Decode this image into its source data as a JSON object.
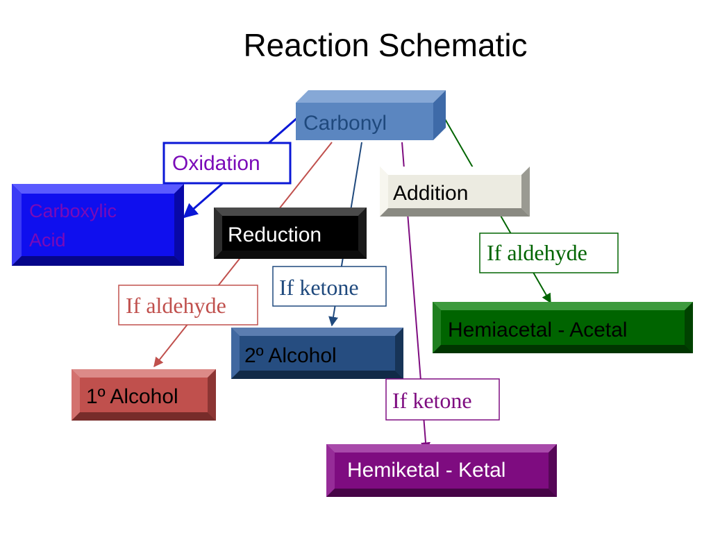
{
  "title": "Reaction Schematic",
  "nodes": {
    "carbonyl": {
      "text": "Carbonyl",
      "color": "#5b86c0"
    },
    "carboxylic_acid": {
      "line1": "Carboxylic",
      "line2": "Acid",
      "color": "#0f0fee"
    },
    "addition": {
      "text": "Addition",
      "color": "#ecebe1"
    },
    "reduction": {
      "text": "Reduction",
      "color": "#000000"
    },
    "primary_alcohol": {
      "text": "1º Alcohol",
      "color": "#c0504d"
    },
    "secondary_alcohol": {
      "text": "2º Alcohol",
      "color": "#264d80"
    },
    "hemiacetal_acetal": {
      "text": "Hemiacetal - Acetal",
      "color": "#006400"
    },
    "hemiketal_ketal": {
      "text": "Hemiketal - Ketal",
      "color": "#7e0c80"
    }
  },
  "labels": {
    "oxidation": "Oxidation",
    "if_aldehyde_red": "If aldehyde",
    "if_ketone_blue": "If ketone",
    "if_aldehyde_green": "If aldehyde",
    "if_ketone_purple": "If ketone"
  },
  "colors": {
    "oxidation_arrow": "#0a17d6",
    "reduction_aldehyde_arrow": "#c0504d",
    "reduction_ketone_arrow": "#1f497d",
    "addition_aldehyde_arrow": "#006400",
    "addition_ketone_arrow": "#7e0c80"
  }
}
